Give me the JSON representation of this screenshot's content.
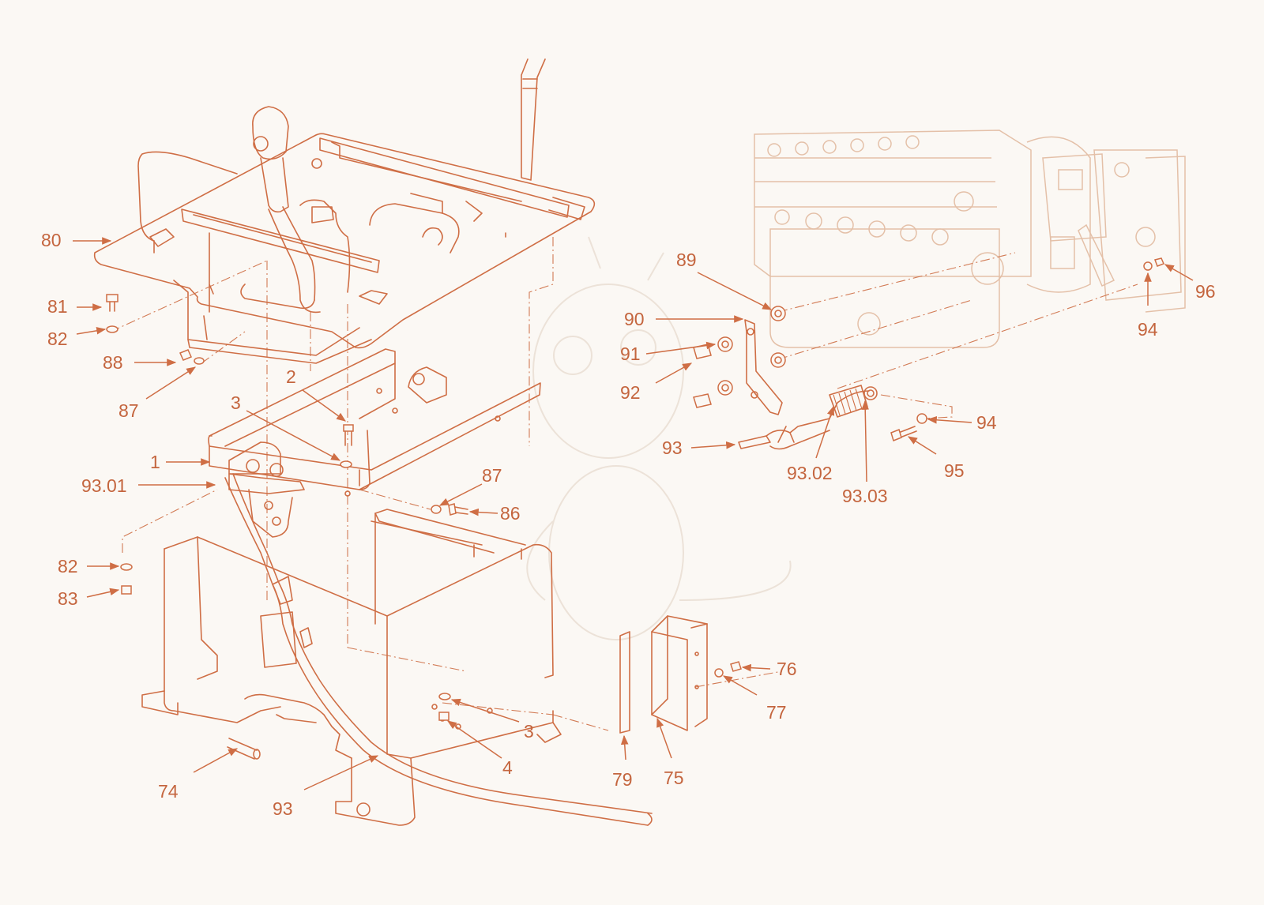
{
  "colors": {
    "line": "#cf6e45",
    "label": "#c4653e",
    "background": "#fbf8f4",
    "engine": "#e4c0a8"
  },
  "labels": {
    "p80": "80",
    "p81": "81",
    "p82a": "82",
    "p88": "88",
    "p87a": "87",
    "p2": "2",
    "p3a": "3",
    "p1": "1",
    "p9301": "93.01",
    "p87b": "87",
    "p86": "86",
    "p82b": "82",
    "p83": "83",
    "p74": "74",
    "p93a": "93",
    "p4": "4",
    "p3b": "3",
    "p79": "79",
    "p75": "75",
    "p76": "76",
    "p77": "77",
    "p89": "89",
    "p90": "90",
    "p91": "91",
    "p92": "92",
    "p93b": "93",
    "p9302": "93.02",
    "p9303": "93.03",
    "p94a": "94",
    "p95": "95",
    "p94b": "94",
    "p96": "96"
  }
}
